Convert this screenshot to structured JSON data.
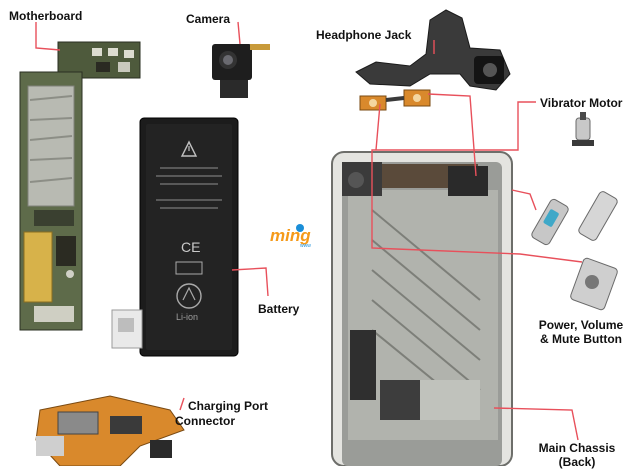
{
  "labels": {
    "motherboard": "Motherboard",
    "camera": "Camera",
    "headphone_jack": "Headphone Jack",
    "vibrator_motor": "Vibrator Motor",
    "battery": "Battery",
    "power_line1": "Power, Volume",
    "power_line2": "& Mute Button",
    "charging_line1": "Charging Port",
    "charging_line2": "Connector",
    "chassis_line1": "Main Chassis",
    "chassis_line2": "(Back)"
  },
  "logo": {
    "text": "ming",
    "sub": "www"
  },
  "colors": {
    "leader_line": "#e8505b",
    "board_green": "#5e6b4a",
    "shield_silver": "#b8bab2",
    "battery_black": "#1c1c1c",
    "chassis_gray": "#9a9c98",
    "flex_orange": "#d9892c"
  }
}
